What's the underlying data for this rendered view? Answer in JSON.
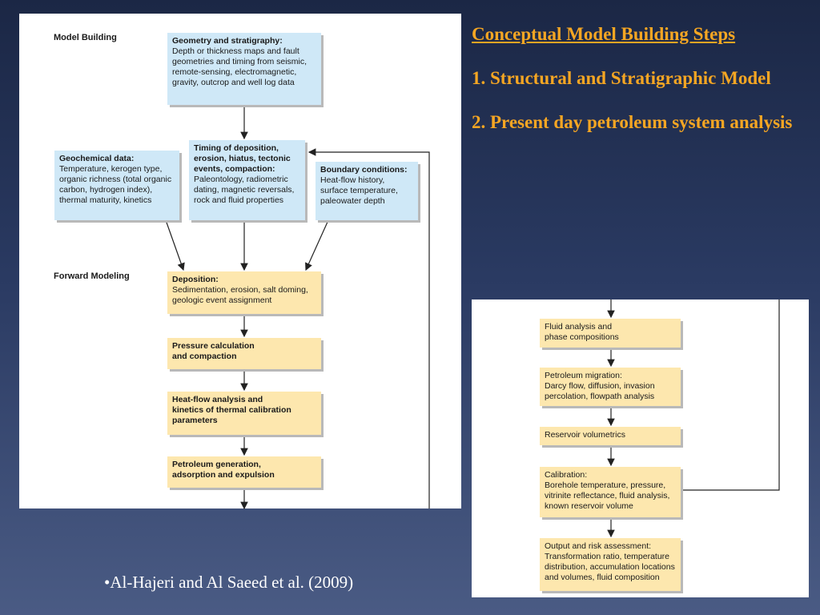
{
  "heading": "Conceptual Model Building Steps",
  "steps": [
    "1. Structural and Stratigraphic Model",
    "2. Present day petroleum system analysis"
  ],
  "citation": "•Al-Hajeri and Al Saeed et al. (2009)",
  "left_panel": {
    "label_model_building": "Model Building",
    "label_forward_modeling": "Forward Modeling",
    "geometry": {
      "heading": "Geometry and stratigraphy:",
      "text": "Depth or thickness maps and fault\ngeometries and timing from seismic,\nremote-sensing, electromagnetic,\ngravity, outcrop and well log data"
    },
    "geochem": {
      "heading": "Geochemical data:",
      "text": "Temperature, kerogen type,\norganic richness (total organic\ncarbon, hydrogen index),\nthermal maturity, kinetics"
    },
    "timing": {
      "heading": "Timing of deposition,\nerosion, hiatus, tectonic\nevents, compaction:",
      "text": "Paleontology, radiometric\ndating, magnetic reversals,\nrock and fluid properties"
    },
    "boundary": {
      "heading": "Boundary conditions:",
      "text": "Heat-flow history,\nsurface temperature,\npaleowater depth"
    },
    "deposition": {
      "heading": "Deposition:",
      "text": "Sedimentation, erosion, salt doming,\ngeologic event assignment"
    },
    "pressure": {
      "heading": "Pressure calculation\nand compaction"
    },
    "heatflow": {
      "heading": "Heat-flow analysis and\nkinetics of thermal calibration\nparameters"
    },
    "generation": {
      "heading": "Petroleum generation,\nadsorption and expulsion"
    }
  },
  "right_panel": {
    "fluid": {
      "heading": "Fluid analysis and\nphase compositions"
    },
    "migration": {
      "heading": "Petroleum migration:",
      "text": "Darcy flow, diffusion, invasion\npercolation, flowpath analysis"
    },
    "volumetrics": {
      "heading": "Reservoir volumetrics"
    },
    "calibration": {
      "heading": "Calibration:",
      "text": "Borehole temperature, pressure,\nvitrinite reflectance, fluid analysis,\nknown reservoir volume"
    },
    "output": {
      "heading": "Output and risk assessment:",
      "text": "Transformation ratio, temperature\ndistribution, accumulation locations\nand volumes, fluid composition"
    }
  },
  "colors": {
    "heading_text": "#f5a623",
    "blue_box": "#cfe8f7",
    "yellow_box": "#fde7ae"
  }
}
